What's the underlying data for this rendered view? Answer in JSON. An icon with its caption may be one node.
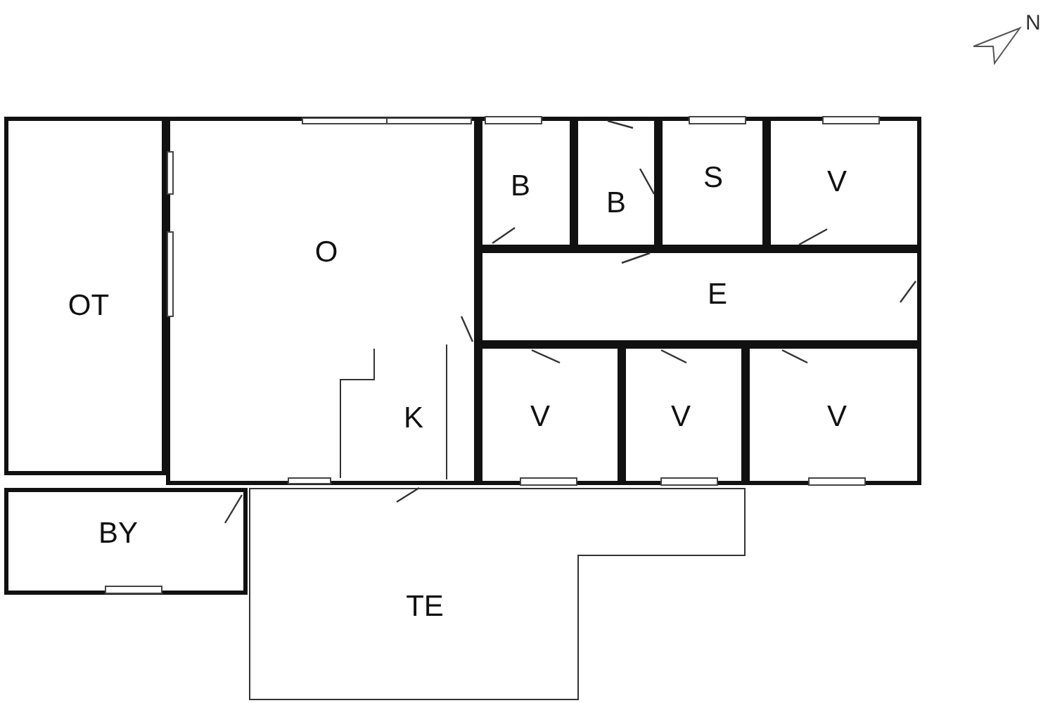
{
  "diagram": {
    "nodes": [
      {
        "text": [
          "OT"
        ]
      },
      {
        "text": [
          "O"
        ]
      },
      {
        "text": [
          "K"
        ],
        "in": 1
      },
      {
        "text": [
          "B"
        ]
      },
      {
        "text": [
          "B"
        ]
      },
      {
        "text": [
          "S"
        ]
      },
      {
        "text": [
          "V"
        ]
      },
      {
        "text": [
          "E"
        ]
      },
      {
        "text": [
          "V"
        ]
      },
      {
        "text": [
          "V"
        ]
      },
      {
        "text": [
          "V"
        ]
      },
      {
        "text": [
          "BY"
        ]
      },
      {
        "text": [
          "TE"
        ]
      }
    ],
    "labels": [
      "N"
    ]
  }
}
